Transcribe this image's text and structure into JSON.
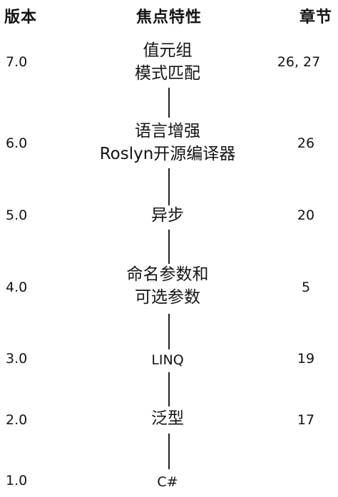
{
  "headers": {
    "version": "版本",
    "feature": "焦点特性",
    "chapter": "章节"
  },
  "rows": [
    {
      "version": "7.0",
      "feature": [
        "值元组",
        "模式匹配"
      ],
      "chapter": "26, 27"
    },
    {
      "version": "6.0",
      "feature": [
        "语言增强",
        "Roslyn开源编译器"
      ],
      "chapter": "26"
    },
    {
      "version": "5.0",
      "feature": [
        "异步"
      ],
      "chapter": "20"
    },
    {
      "version": "4.0",
      "feature": [
        "命名参数和",
        "可选参数"
      ],
      "chapter": "5"
    },
    {
      "version": "3.0",
      "feature": [
        "LINQ"
      ],
      "chapter": "19"
    },
    {
      "version": "2.0",
      "feature": [
        "泛型"
      ],
      "chapter": "17"
    },
    {
      "version": "1.0",
      "feature": [
        "C#"
      ],
      "chapter": ""
    }
  ]
}
